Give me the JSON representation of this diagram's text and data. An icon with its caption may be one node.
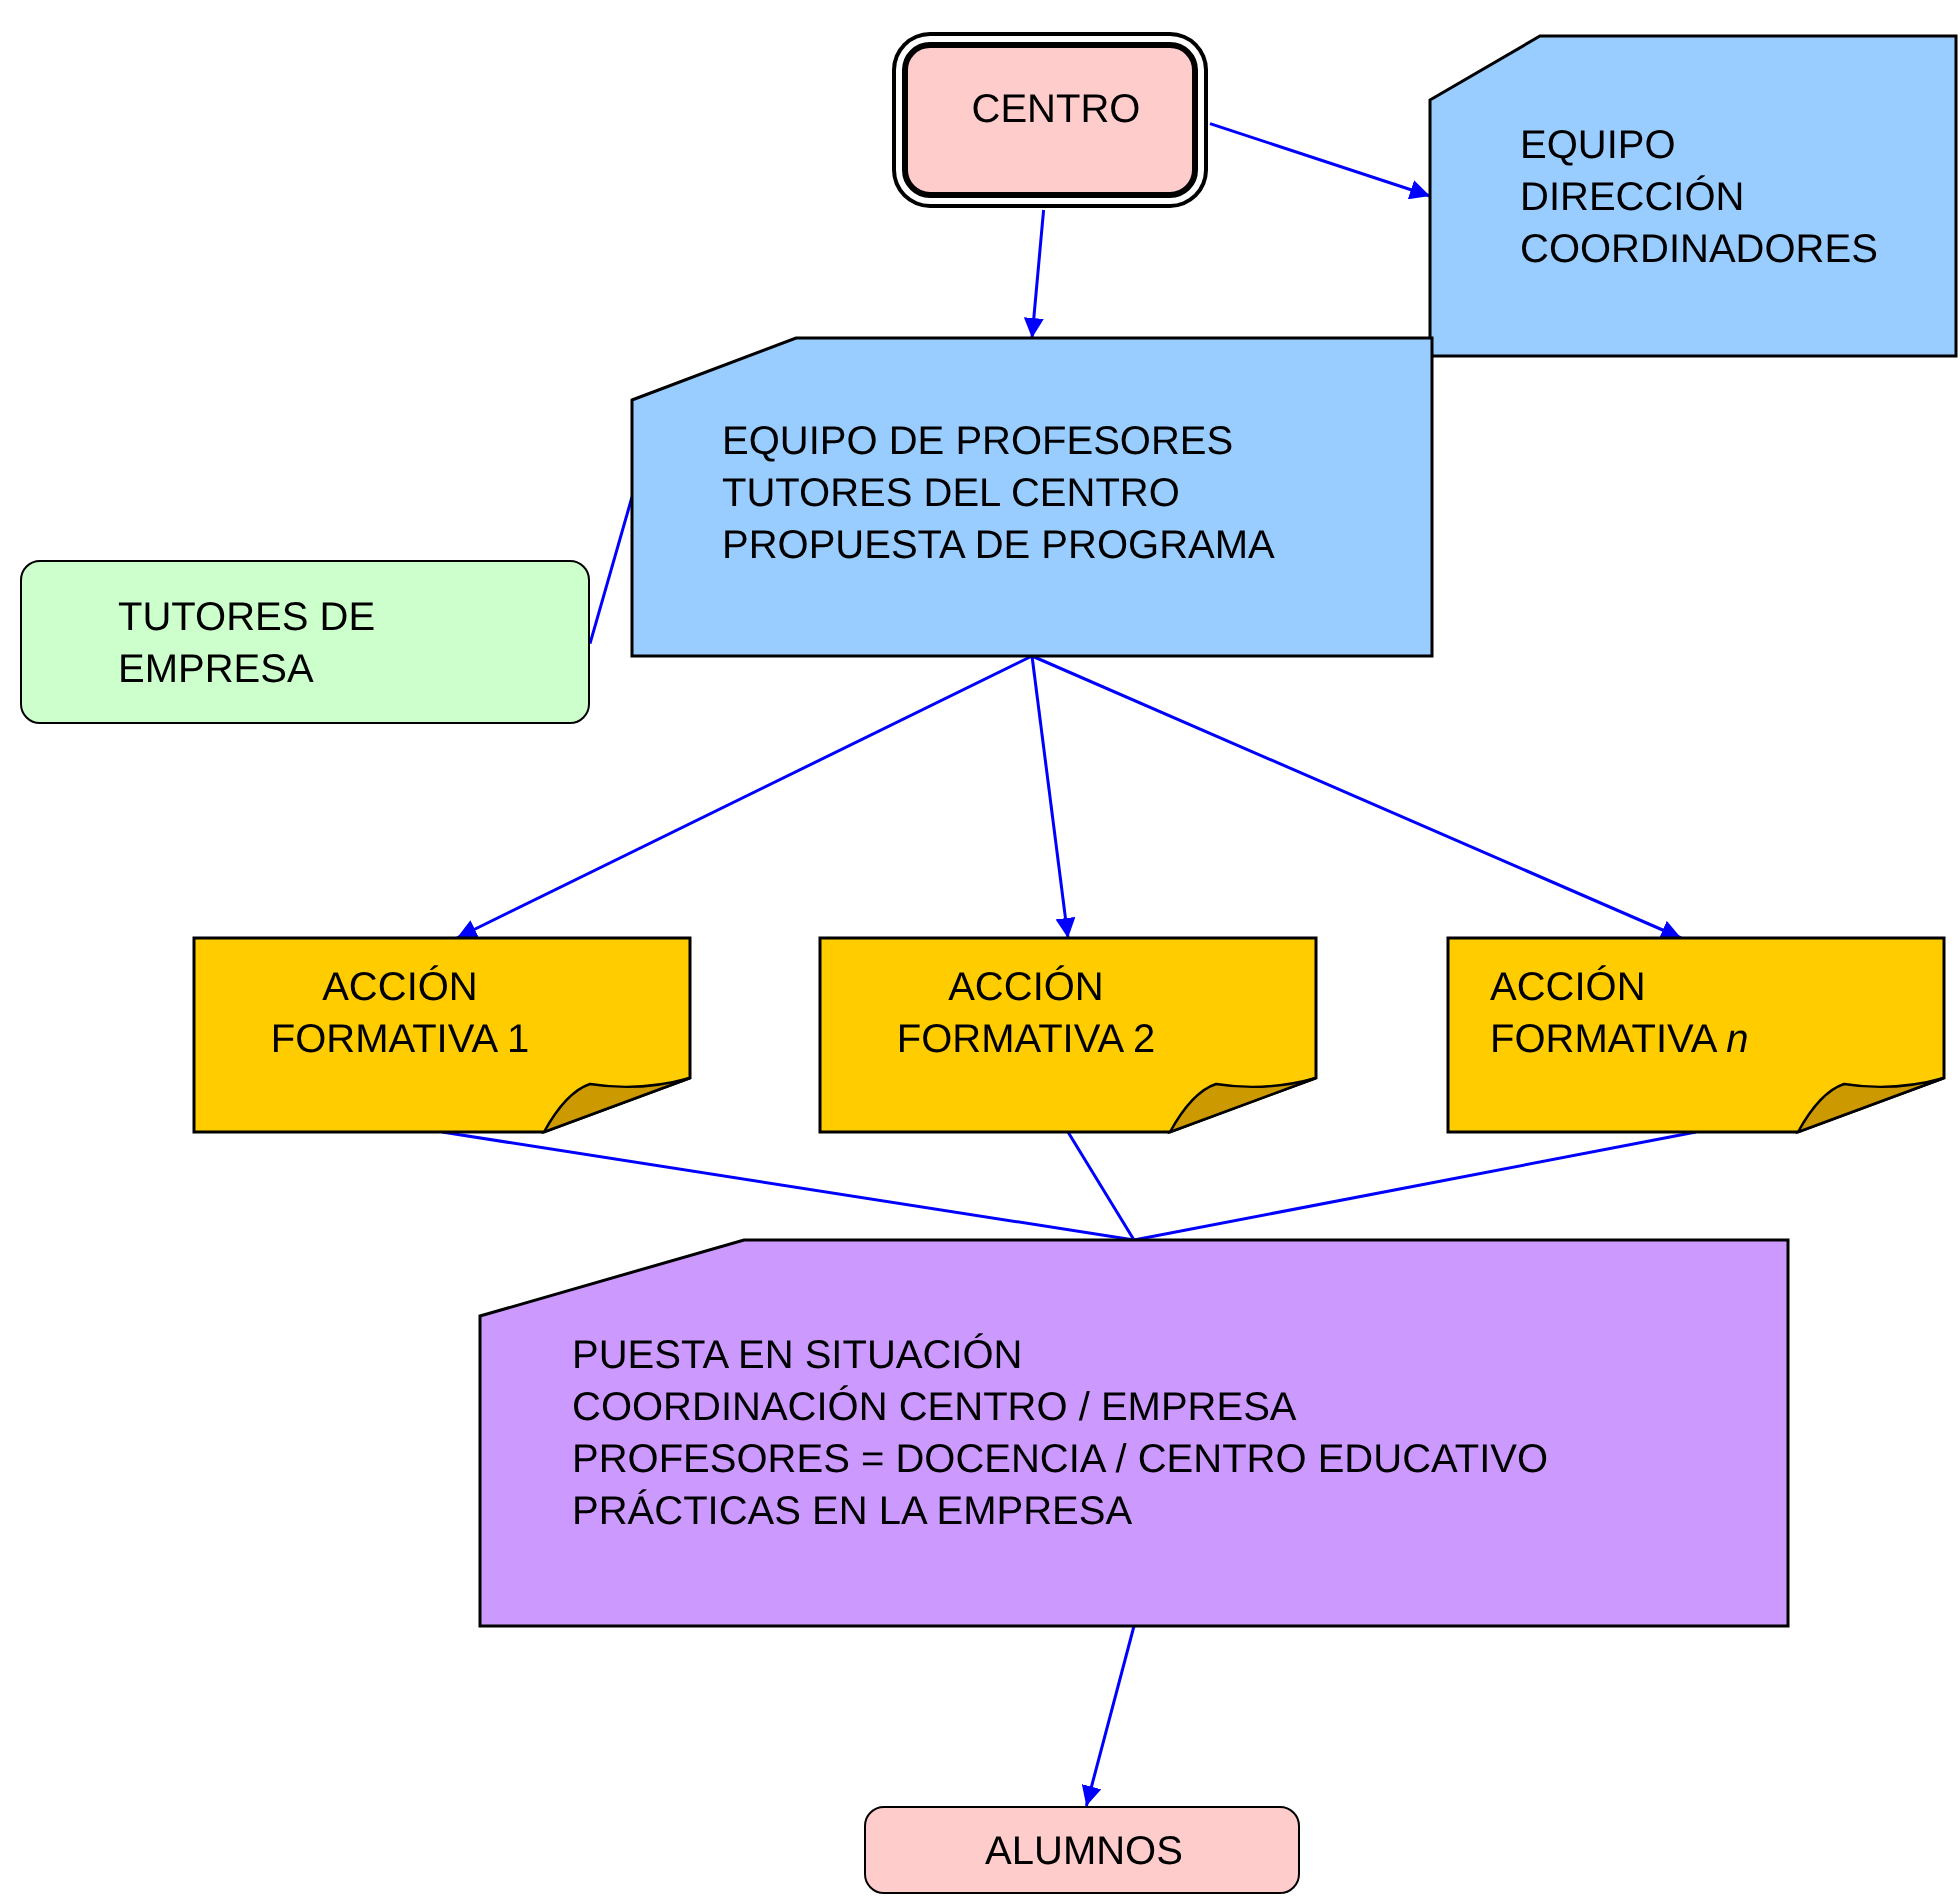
{
  "diagram": {
    "nodes": [
      {
        "text": [
          "CENTRO"
        ]
      },
      {
        "text": [
          "EQUIPO",
          "DIRECCIÓN",
          "COORDINADORES"
        ]
      },
      {
        "text": [
          "EQUIPO DE PROFESORES",
          "TUTORES DEL CENTRO",
          "PROPUESTA DE PROGRAMA"
        ]
      },
      {
        "text": [
          "TUTORES DE EMPRESA"
        ]
      },
      {
        "text": [
          "ACCIÓN FORMATIVA 1"
        ]
      },
      {
        "text": [
          "ACCIÓN FORMATIVA 2"
        ]
      },
      {
        "text": [
          "ACCIÓN FORMATIVA *n*"
        ]
      },
      {
        "text": [
          "PUESTA EN SITUACIÓN",
          "COORDINACIÓN CENTRO / EMPRESA",
          "PROFESORES = DOCENCIA / CENTRO EDUCATIVO",
          "PRÁCTICAS EN LA EMPRESA"
        ]
      },
      {
        "text": [
          "ALUMNOS"
        ]
      }
    ],
    "edges": [
      {
        "from": 0,
        "to": 1,
        "arrow": "to"
      },
      {
        "from": 0,
        "to": 2,
        "arrow": "to"
      },
      {
        "from": 3,
        "to": 2,
        "arrow": "none"
      },
      {
        "from": 2,
        "to": 4,
        "arrow": "to"
      },
      {
        "from": 2,
        "to": 5,
        "arrow": "to"
      },
      {
        "from": 2,
        "to": 6,
        "arrow": "to"
      },
      {
        "from": 4,
        "to": 7,
        "arrow": "none"
      },
      {
        "from": 5,
        "to": 7,
        "arrow": "none"
      },
      {
        "from": 6,
        "to": 7,
        "arrow": "none"
      },
      {
        "from": 7,
        "to": 8,
        "arrow": "to"
      }
    ]
  }
}
